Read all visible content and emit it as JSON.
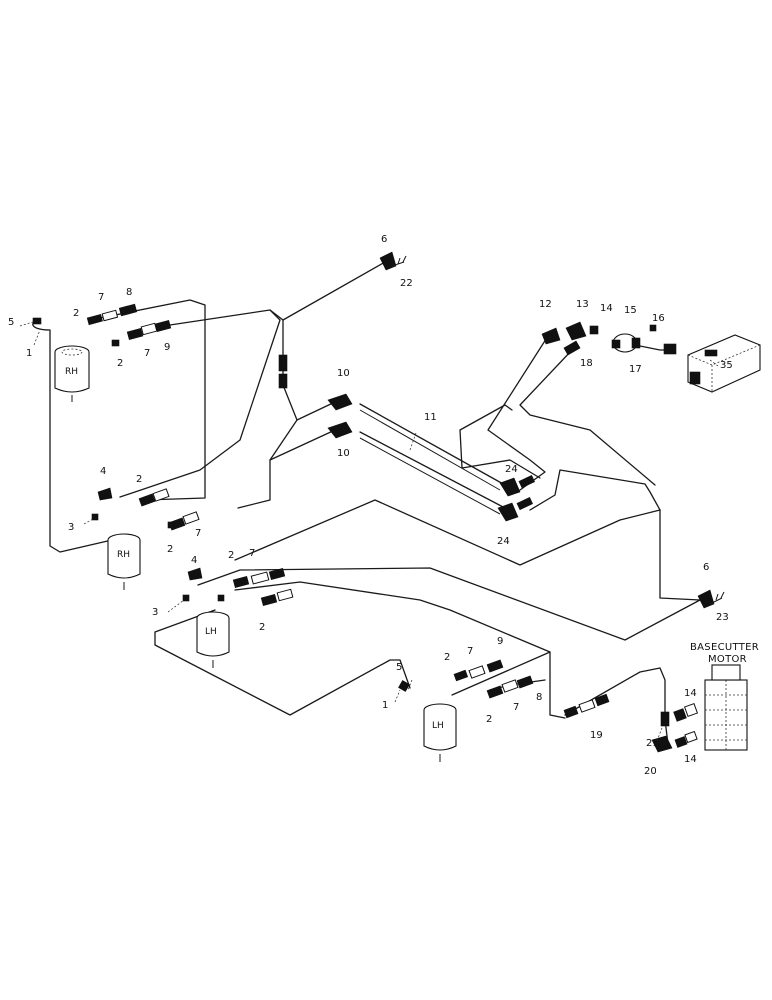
{
  "tanks": {
    "rh_top": "RH",
    "rh_mid": "RH",
    "lh_mid": "LH",
    "lh_bottom": "LH"
  },
  "motor": {
    "title_line1": "BASECUTTER",
    "title_line2": "MOTOR"
  },
  "callouts": {
    "c1_a": "1",
    "c1_b": "1",
    "c2_a": "2",
    "c2_b": "2",
    "c2_c": "2",
    "c2_d": "2",
    "c2_e": "2",
    "c2_f": "2",
    "c2_g": "2",
    "c2_h": "2",
    "c3_a": "3",
    "c3_b": "3",
    "c4_a": "4",
    "c4_b": "4",
    "c5_a": "5",
    "c5_b": "5",
    "c6_a": "6",
    "c6_b": "6",
    "c7_a": "7",
    "c7_b": "7",
    "c7_c": "7",
    "c7_d": "7",
    "c7_e": "7",
    "c7_f": "7",
    "c8_a": "8",
    "c8_b": "8",
    "c9_a": "9",
    "c9_b": "9",
    "c10_a": "10",
    "c10_b": "10",
    "c11": "11",
    "c12": "12",
    "c13": "13",
    "c14_a": "14",
    "c14_b": "14",
    "c14_c": "14",
    "c15": "15",
    "c16": "16",
    "c17": "17",
    "c18": "18",
    "c19": "19",
    "c20": "20",
    "c21": "21",
    "c22": "22",
    "c23": "23",
    "c24_a": "24",
    "c24_b": "24",
    "c35": "35"
  }
}
